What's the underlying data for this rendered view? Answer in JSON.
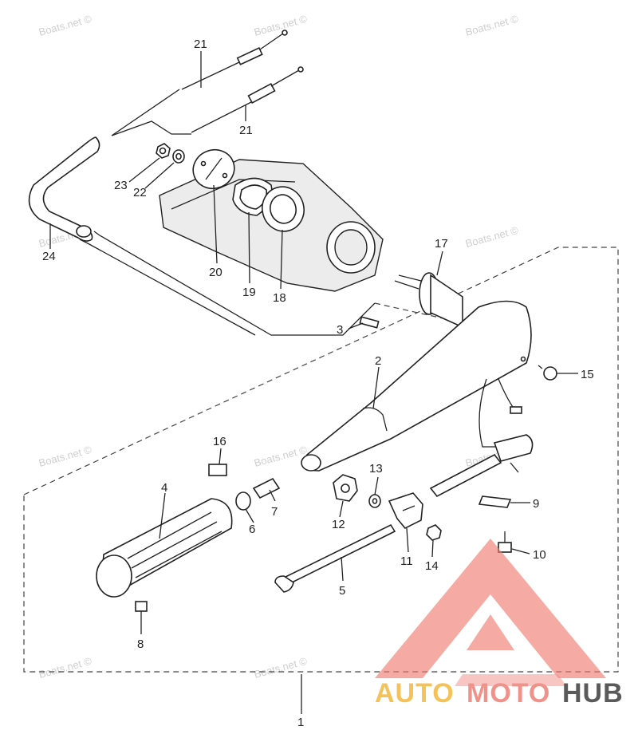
{
  "watermark_text": "Boats.net ©",
  "callouts": [
    {
      "id": "1",
      "label": "1"
    },
    {
      "id": "2",
      "label": "2"
    },
    {
      "id": "3",
      "label": "3"
    },
    {
      "id": "4",
      "label": "4"
    },
    {
      "id": "5",
      "label": "5"
    },
    {
      "id": "6",
      "label": "6"
    },
    {
      "id": "7",
      "label": "7"
    },
    {
      "id": "8",
      "label": "8"
    },
    {
      "id": "9",
      "label": "9"
    },
    {
      "id": "10",
      "label": "10"
    },
    {
      "id": "11",
      "label": "11"
    },
    {
      "id": "12",
      "label": "12"
    },
    {
      "id": "13",
      "label": "13"
    },
    {
      "id": "14",
      "label": "14"
    },
    {
      "id": "15",
      "label": "15"
    },
    {
      "id": "16",
      "label": "16"
    },
    {
      "id": "17",
      "label": "17"
    },
    {
      "id": "18",
      "label": "18"
    },
    {
      "id": "19",
      "label": "19"
    },
    {
      "id": "20",
      "label": "20"
    },
    {
      "id": "21a",
      "label": "21"
    },
    {
      "id": "21b",
      "label": "21"
    },
    {
      "id": "22",
      "label": "22"
    },
    {
      "id": "23",
      "label": "23"
    },
    {
      "id": "24",
      "label": "24"
    }
  ],
  "brand": {
    "part1": "AUTO",
    "part2": "MOTO",
    "part3": "HUB",
    "colors": {
      "auto": "#f5c25a",
      "moto": "#f1928a",
      "hub": "#5a5a5a",
      "logo": "#f07a70"
    }
  }
}
